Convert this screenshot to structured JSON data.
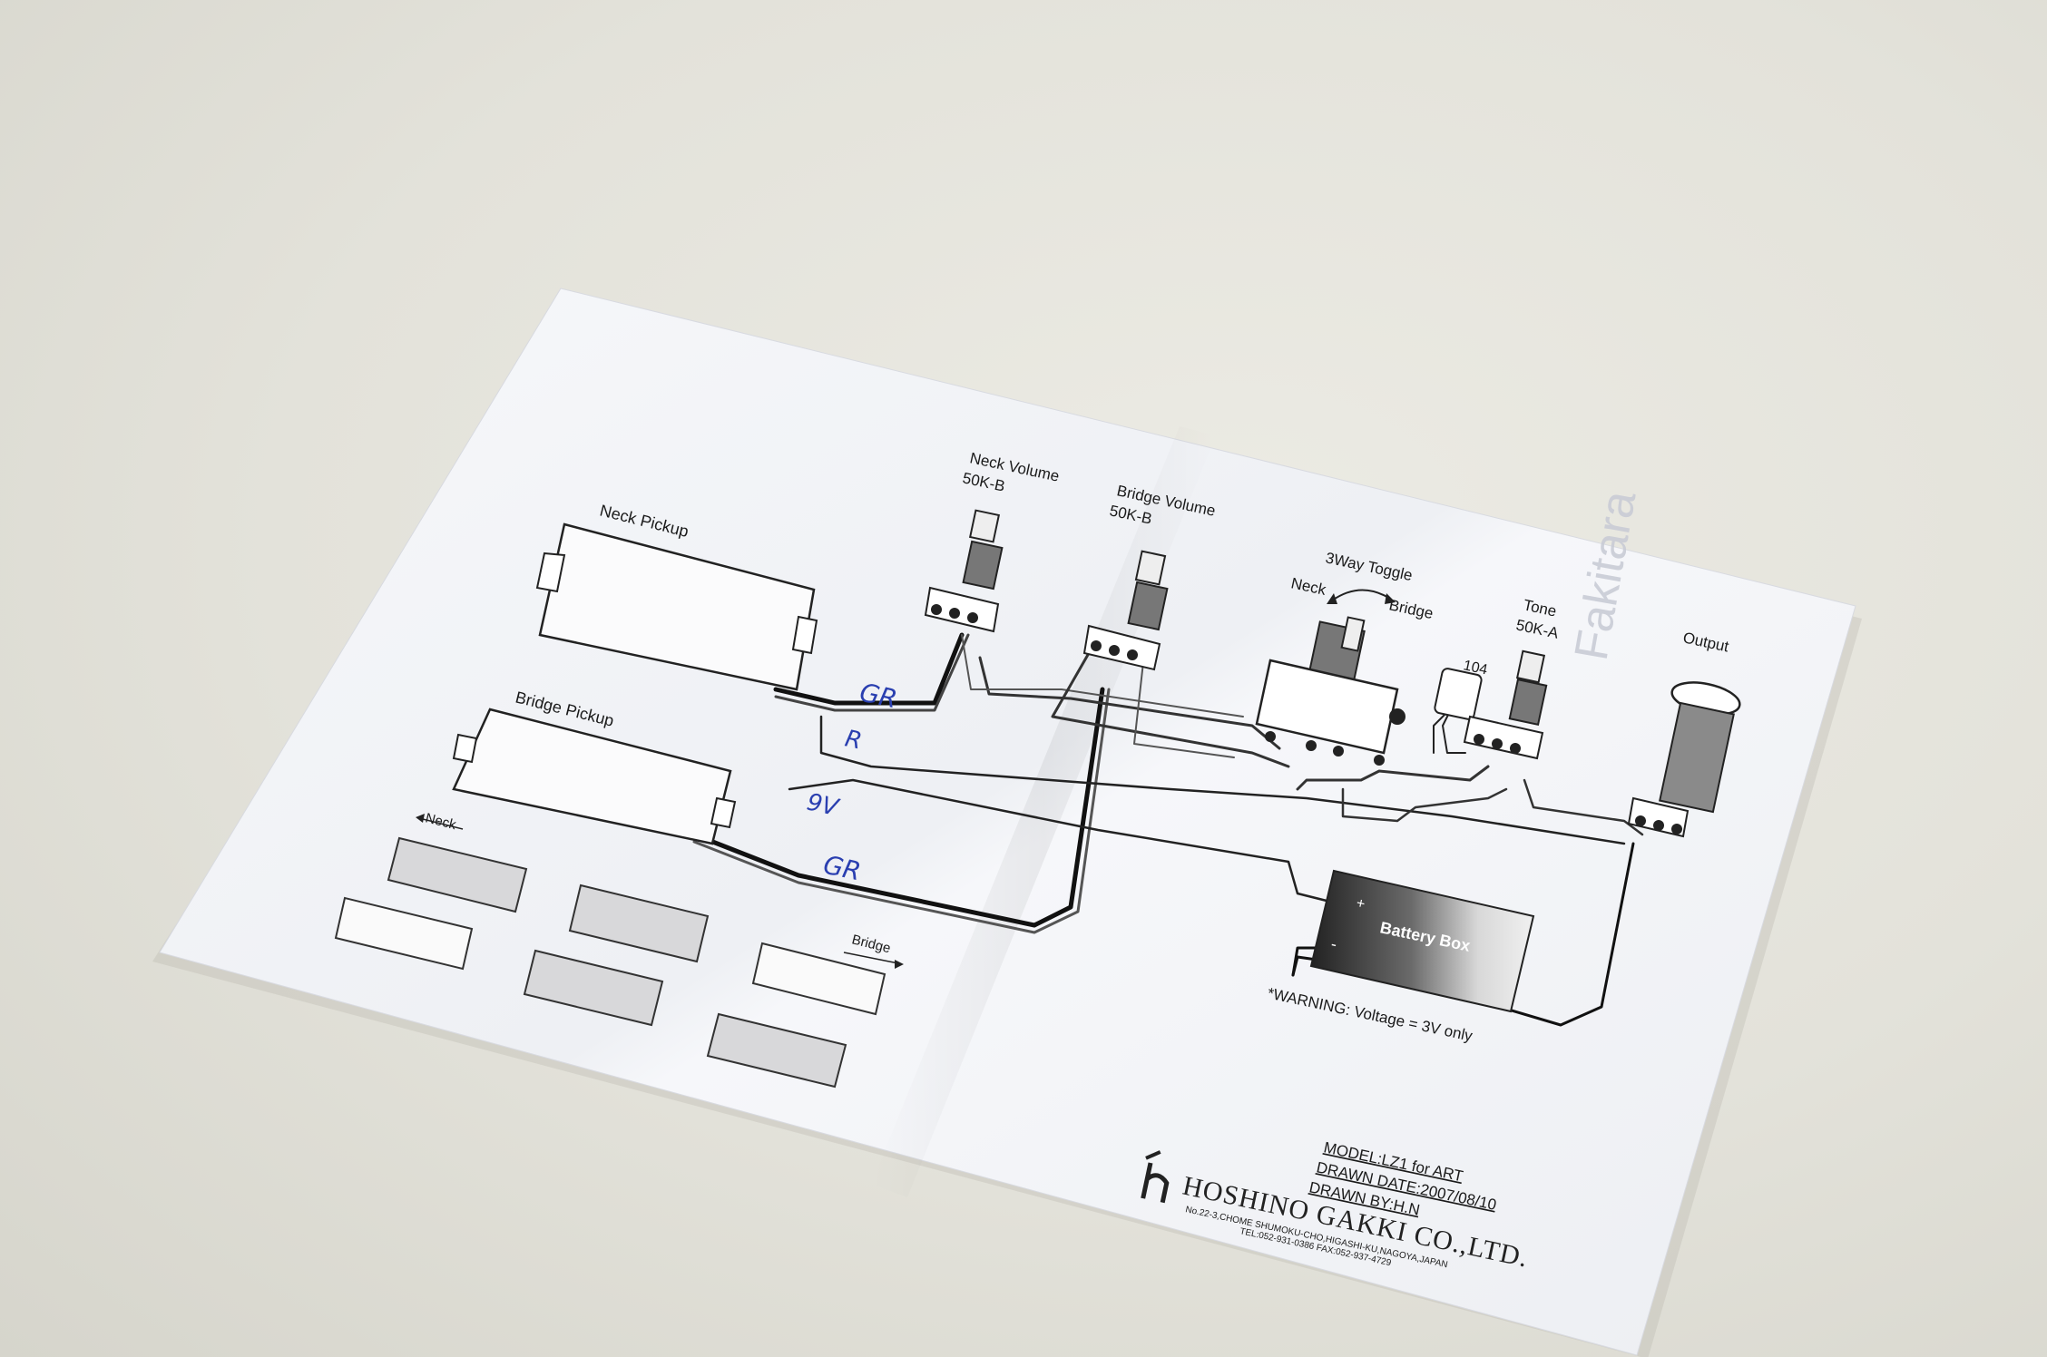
{
  "diagram": {
    "pickups": {
      "neck_pickup": "Neck Pickup",
      "bridge_pickup": "Bridge Pickup"
    },
    "controls": {
      "neck_volume": "Neck Volume",
      "neck_volume_value": "50K-B",
      "bridge_volume": "Bridge Volume",
      "bridge_volume_value": "50K-B",
      "toggle_title": "3Way Toggle",
      "toggle_neck": "Neck",
      "toggle_bridge": "Bridge",
      "tone": "Tone",
      "tone_value": "50K-A",
      "capacitor": "104",
      "output": "Output",
      "battery": "Battery Box",
      "battery_plus": "+",
      "battery_minus": "-"
    },
    "warning": "*WARNING: Voltage = 3V only",
    "layout_labels": {
      "neck": "Neck",
      "bridge": "Bridge"
    },
    "handwritten": {
      "gr_top": "GR",
      "r": "R",
      "nine_v": "9V",
      "gr_bottom": "GR"
    },
    "title_block": {
      "model": "MODEL:LZ1 for  ART",
      "drawn_date": "DRAWN DATE:2007/08/10",
      "drawn_by": "DRAWN BY:H.N"
    },
    "company": {
      "name": "HOSHINO GAKKI CO.,LTD.",
      "address": "No.22-3,CHOME SHUMOKU-CHO,HIGASHI-KU,NAGOYA,JAPAN",
      "phone": "TEL:052-931-0386  FAX:052-937-4729"
    },
    "show_through": "Fakitara"
  },
  "colors": {
    "paper": "#f4f5f8",
    "ink": "#1a1a1a",
    "handwriting": "#2a3fb0",
    "background": "#e6e5de"
  }
}
